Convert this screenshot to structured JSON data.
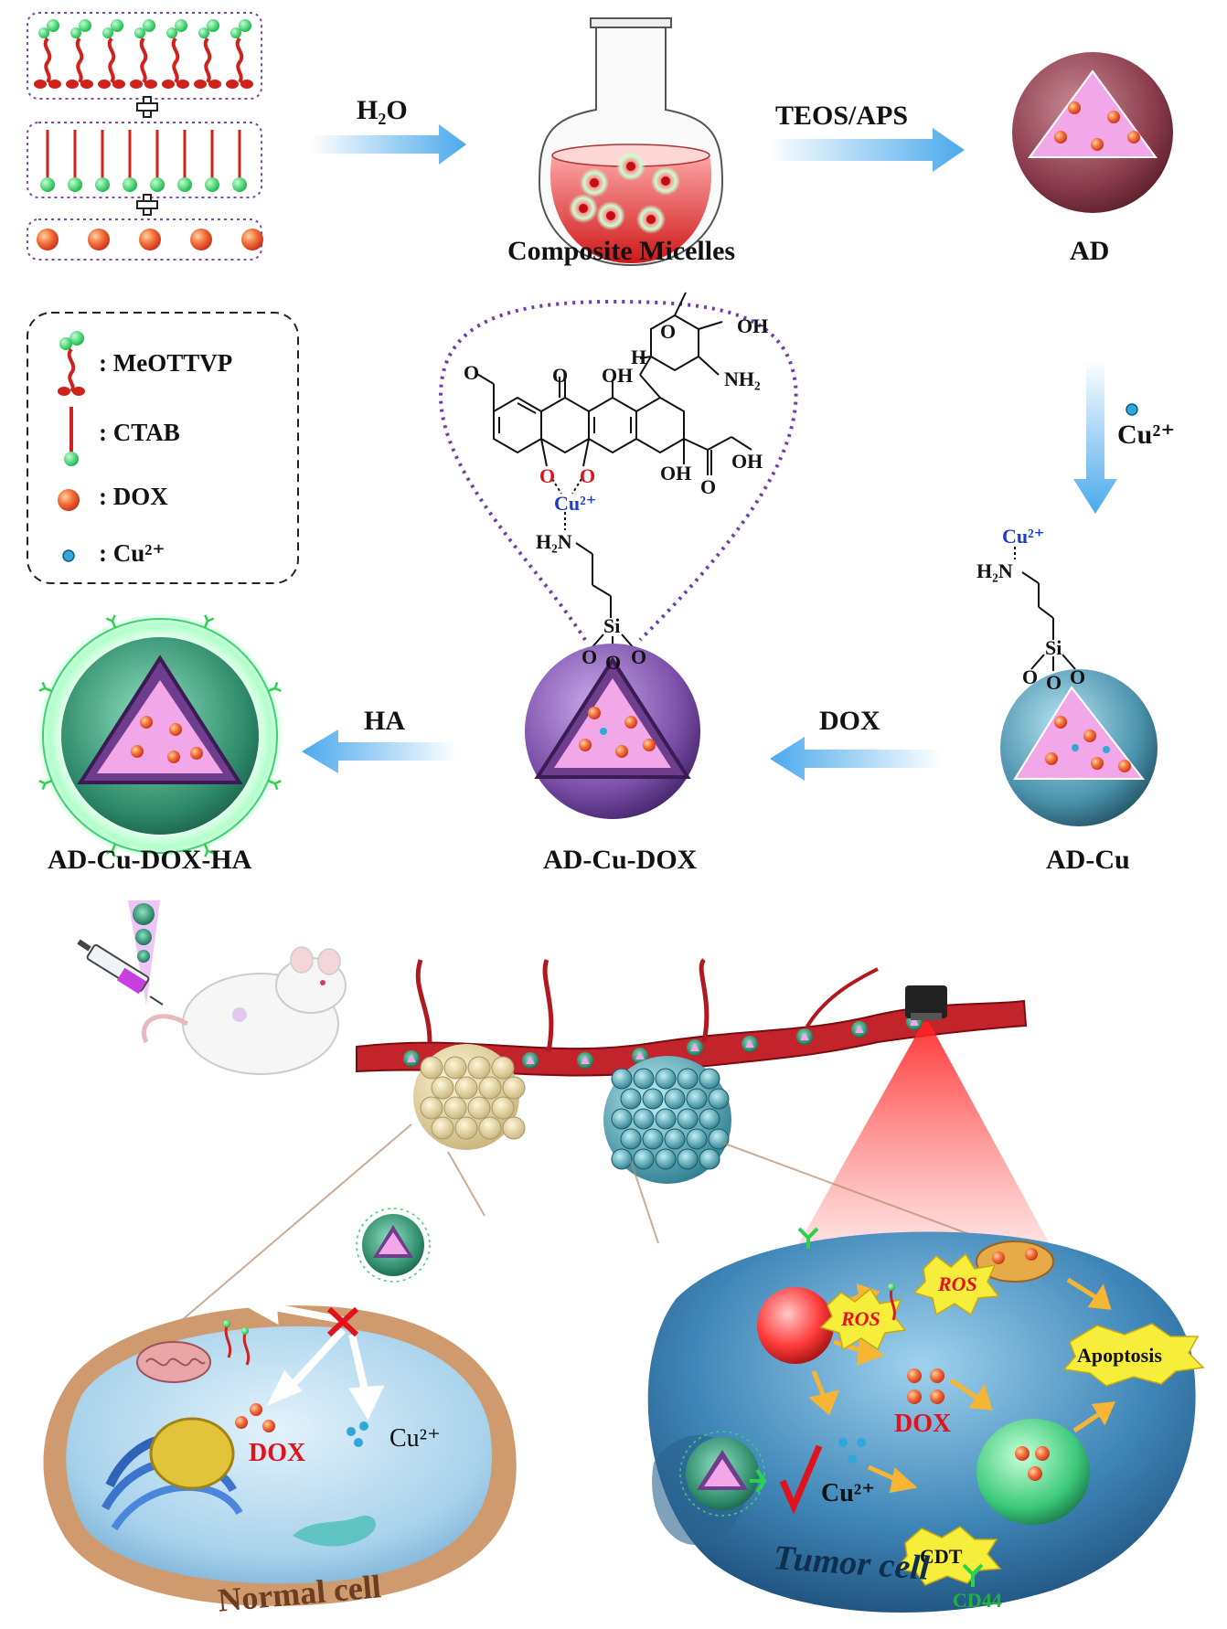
{
  "labels": {
    "h2o": "H₂O",
    "teos": "TEOS/APS",
    "composite": "Composite Micelles",
    "ad": "AD",
    "cu_step": "Cu²⁺",
    "dox_step": "DOX",
    "ha_step": "HA",
    "ad_cu": "AD-Cu",
    "ad_cu_dox": "AD-Cu-DOX",
    "ad_cu_dox_ha": "AD-Cu-DOX-HA",
    "normal_cell": "Normal cell",
    "tumor_cell": "Tumor cell"
  },
  "legend": {
    "meottvp": ": MeOTTVP",
    "ctab": ": CTAB",
    "dox": ": DOX",
    "cu": ": Cu²⁺"
  },
  "chem": {
    "oh1": "OH",
    "oh2": "OH",
    "oh3": "OH",
    "oh4": "OH",
    "nh2": "NH₂",
    "h": "H",
    "o1": "O",
    "o2": "O",
    "o3": "O",
    "o_ring": "O",
    "o_ketone": "O",
    "o_ester": "O",
    "cu_complex": "Cu²⁺",
    "h2n_left": "H₂N",
    "si_left": "Si",
    "o_si_l1": "O",
    "o_si_l2": "O",
    "o_si_l3": "O",
    "cu_right": "Cu²⁺",
    "h2n_right": "H₂N",
    "si_right": "Si",
    "o_si_r1": "O",
    "o_si_r2": "O",
    "o_si_r3": "O"
  },
  "normal": {
    "dox": "DOX",
    "cu": "Cu²⁺"
  },
  "tumor": {
    "ros1": "ROS",
    "ros2": "ROS",
    "apoptosis": "Apoptosis",
    "dox": "DOX",
    "cu": "Cu²⁺",
    "cdt": "CDT",
    "cd44": "CD44"
  },
  "colors": {
    "arrow": "#5ab4ee",
    "dox": "#ef5a2f",
    "cu": "#2fa7d8",
    "green_bead": "#1ccf55",
    "red_mol": "#d0221c",
    "ad_shell": "#8a3b4c",
    "adcu_shell": "#4b93ad",
    "adcudox_shell": "#7b4fa8",
    "ha_shell": "#2e8a6a",
    "pink": "#f2a8e8",
    "tumor_body": "#2f6fa0",
    "normal_body": "#cf9a6d"
  }
}
